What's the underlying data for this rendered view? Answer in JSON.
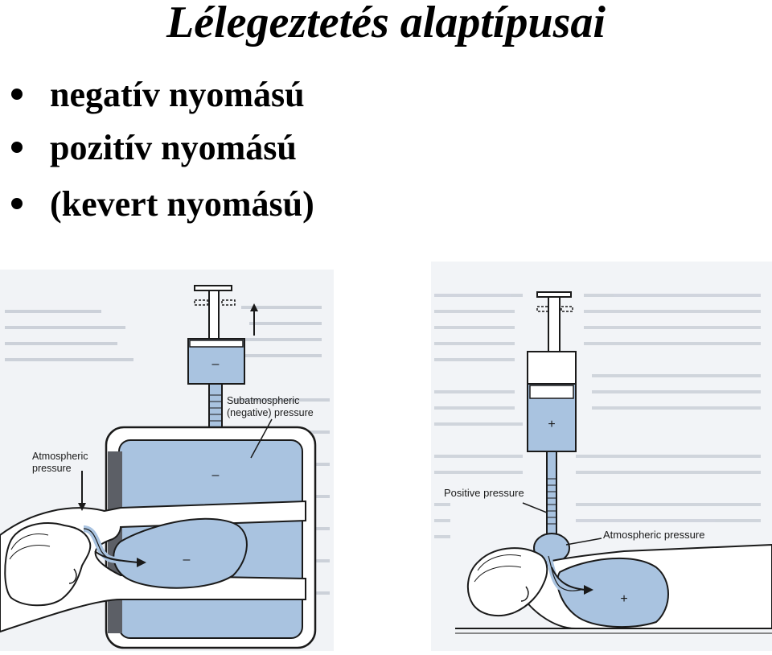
{
  "slide": {
    "title": "Lélegeztetés alaptípusai",
    "bullets": [
      {
        "text": "negatív nyomású"
      },
      {
        "text": "pozitív nyomású"
      },
      {
        "text": "(kevert nyomású)"
      }
    ]
  },
  "figure_negative": {
    "label_subatmospheric_1": "Subatmospheric",
    "label_subatmospheric_2": "(negative) pressure",
    "label_atmospheric_1": "Atmospheric",
    "label_atmospheric_2": "pressure",
    "sign_syringe": "–",
    "sign_chamber": "–",
    "sign_lung": "–"
  },
  "figure_positive": {
    "label_positive": "Positive pressure",
    "label_atmospheric": "Atmospheric pressure",
    "sign_syringe": "+",
    "sign_lung": "+"
  },
  "colors": {
    "fill_blue": "#a9c3e0",
    "line": "#1a1a1a"
  }
}
